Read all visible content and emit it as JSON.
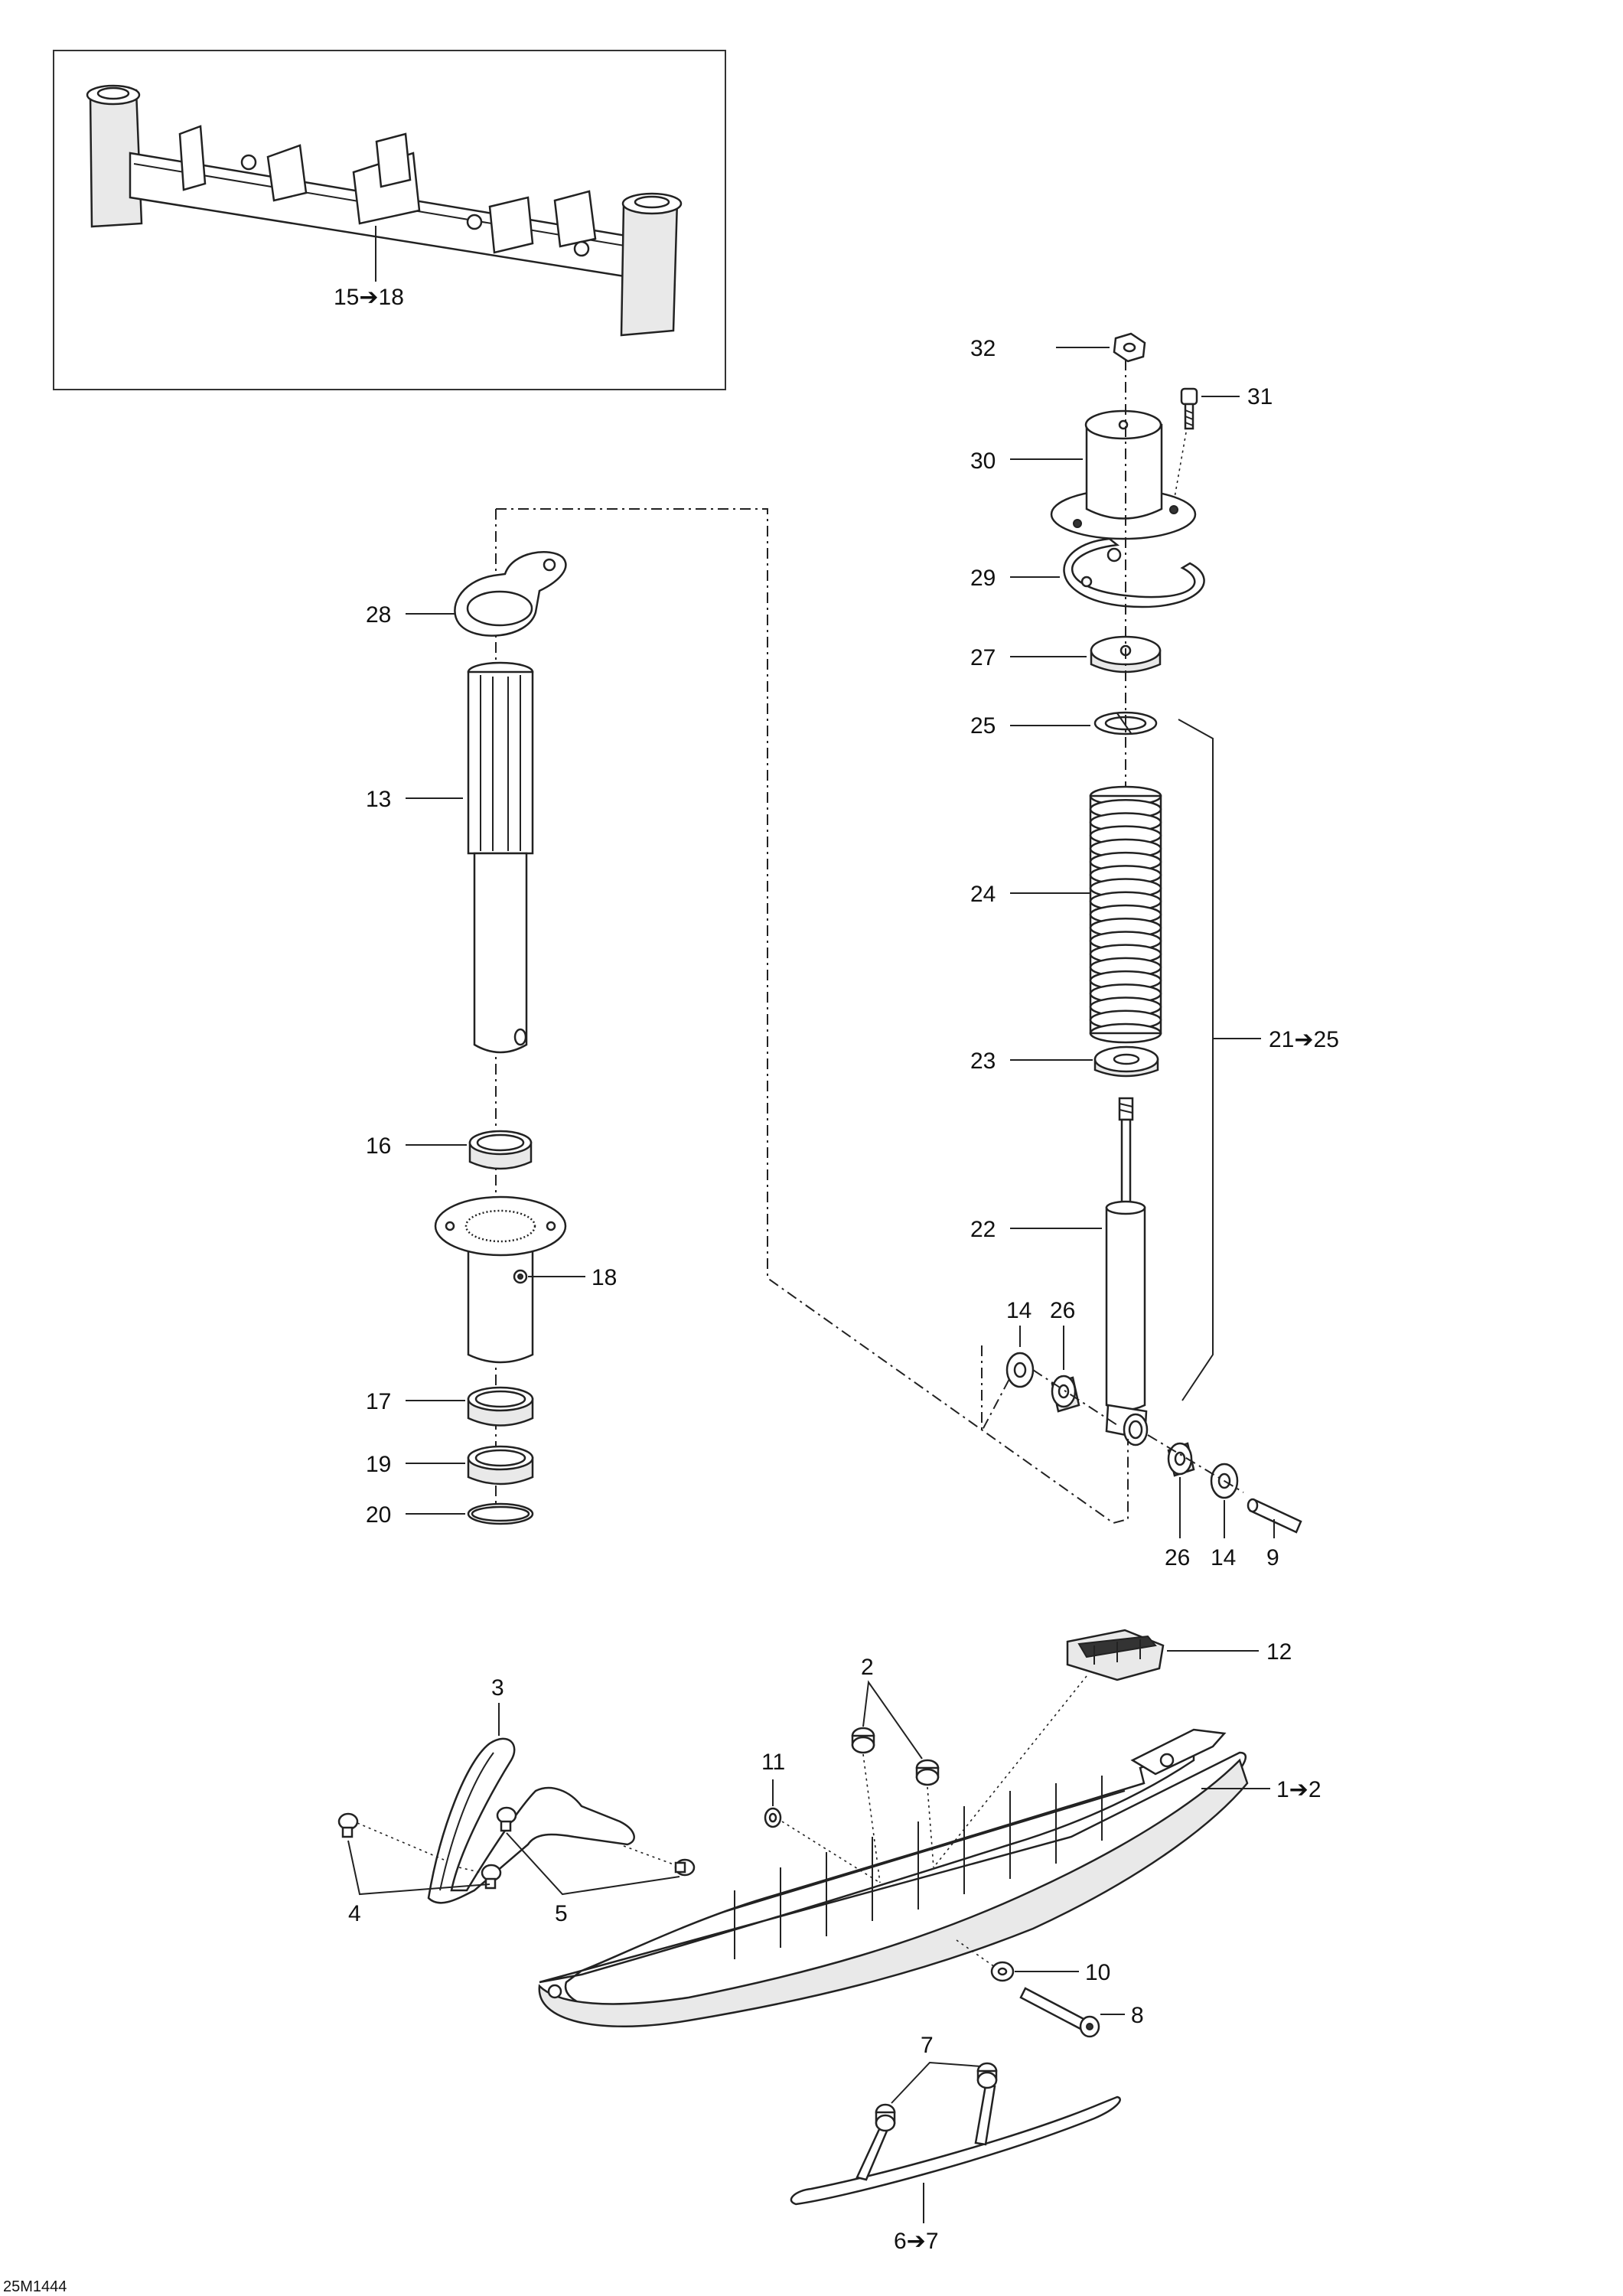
{
  "drawing_code": "25M1444",
  "callouts": {
    "c15_18": "15➔18",
    "c32": "32",
    "c31": "31",
    "c30": "30",
    "c29": "29",
    "c28": "28",
    "c27": "27",
    "c25": "25",
    "c13": "13",
    "c24": "24",
    "c21_25": "21➔25",
    "c23": "23",
    "c16": "16",
    "c22": "22",
    "c18": "18",
    "c14a": "14",
    "c26a": "26",
    "c17": "17",
    "c19": "19",
    "c20": "20",
    "c26b": "26",
    "c14b": "14",
    "c9": "9",
    "c12": "12",
    "c2": "2",
    "c3": "3",
    "c11": "11",
    "c1_2": "1➔2",
    "c4": "4",
    "c5": "5",
    "c10": "10",
    "c8": "8",
    "c7": "7",
    "c6_7": "6➔7"
  }
}
